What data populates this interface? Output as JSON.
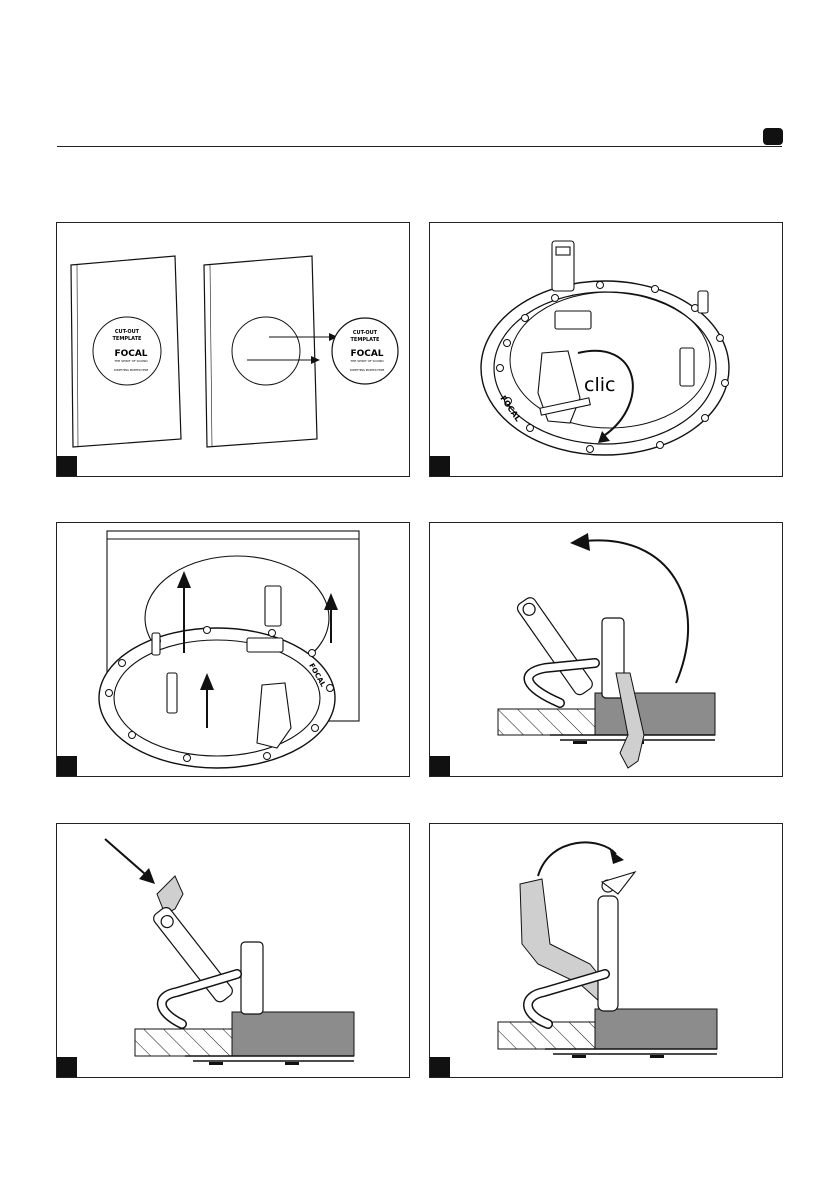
{
  "template": {
    "title_line1": "CUT-OUT",
    "title_line2": "TEMPLATE",
    "brand": "FOCAL",
    "tagline": "THE SPIRIT OF SOUND",
    "footer": "SOMETHING PRINTED HERE"
  },
  "step2": {
    "clic_label": "clic",
    "ring_brand": "FOCAL"
  },
  "step3": {
    "ring_brand": "FOCAL"
  },
  "colors": {
    "line": "#111111",
    "panel_fill": "#8c8c8c",
    "highlight_fill": "#cfcfcf"
  }
}
